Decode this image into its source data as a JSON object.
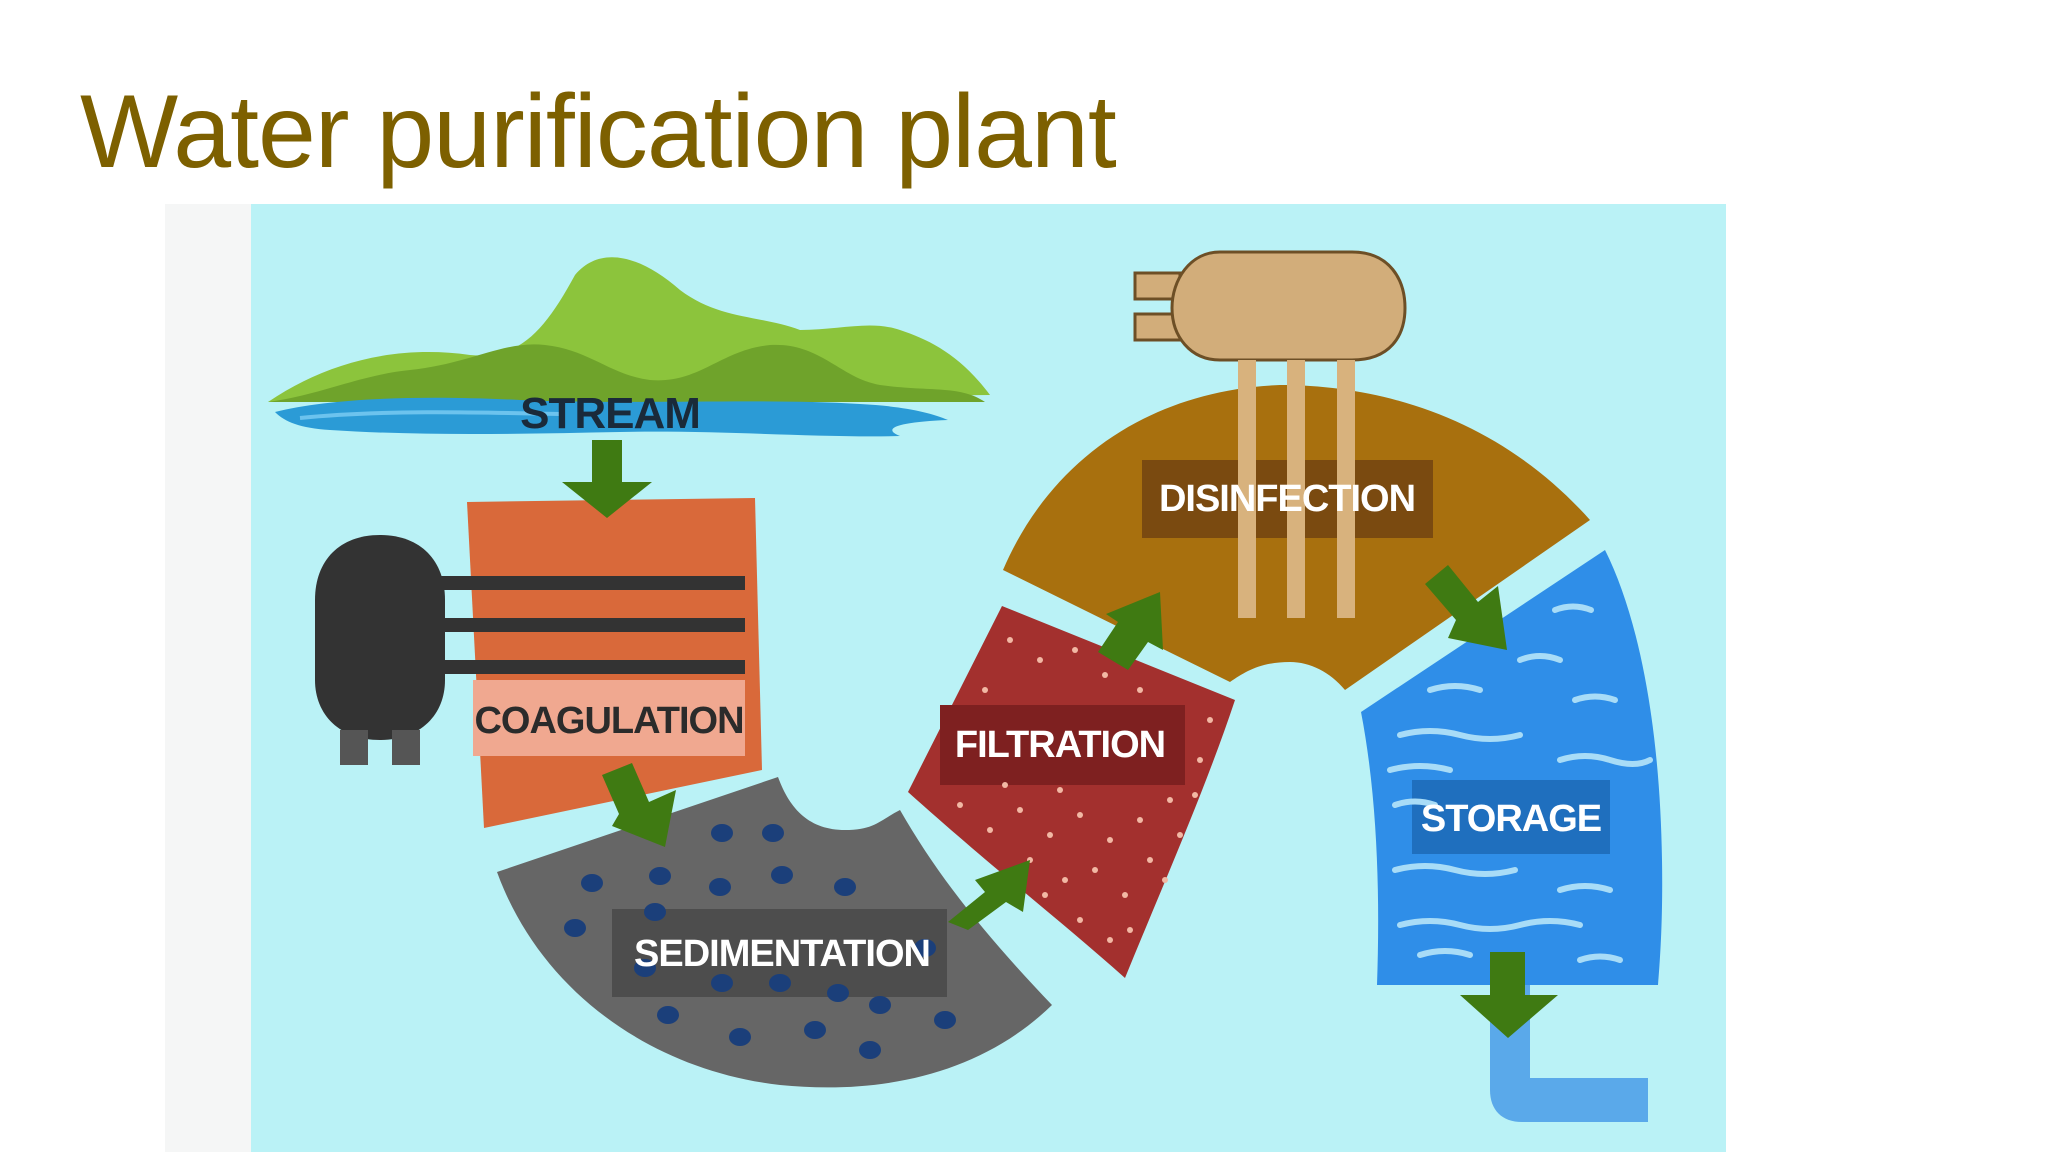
{
  "slide": {
    "title": "Water purification plant"
  },
  "diagram": {
    "stages": {
      "stream": "STREAM",
      "coagulation": "COAGULATION",
      "sedimentation": "SEDIMENTATION",
      "filtration": "FILTRATION",
      "disinfection": "DISINFECTION",
      "storage": "STORAGE"
    }
  },
  "colors": {
    "title": "#7d6000",
    "background": "#baf2f6",
    "arrow": "#3f7a12",
    "stream_water": "#2b9bd6",
    "hills_light": "#8cc43c",
    "hills_dark": "#6fa32b",
    "coagulation": "#d9693a",
    "coagulation_label_bg": "#f0a890",
    "tank_dark": "#333333",
    "sedimentation": "#666666",
    "sediment_dots": "#1b3f7a",
    "filtration": "#a3302e",
    "disinfection": "#a8700e",
    "disinfection_tank": "#d2ad7a",
    "storage": "#2f8ee8",
    "storage_wave": "#a8dcf7",
    "pipe": "#5aa9ea"
  }
}
